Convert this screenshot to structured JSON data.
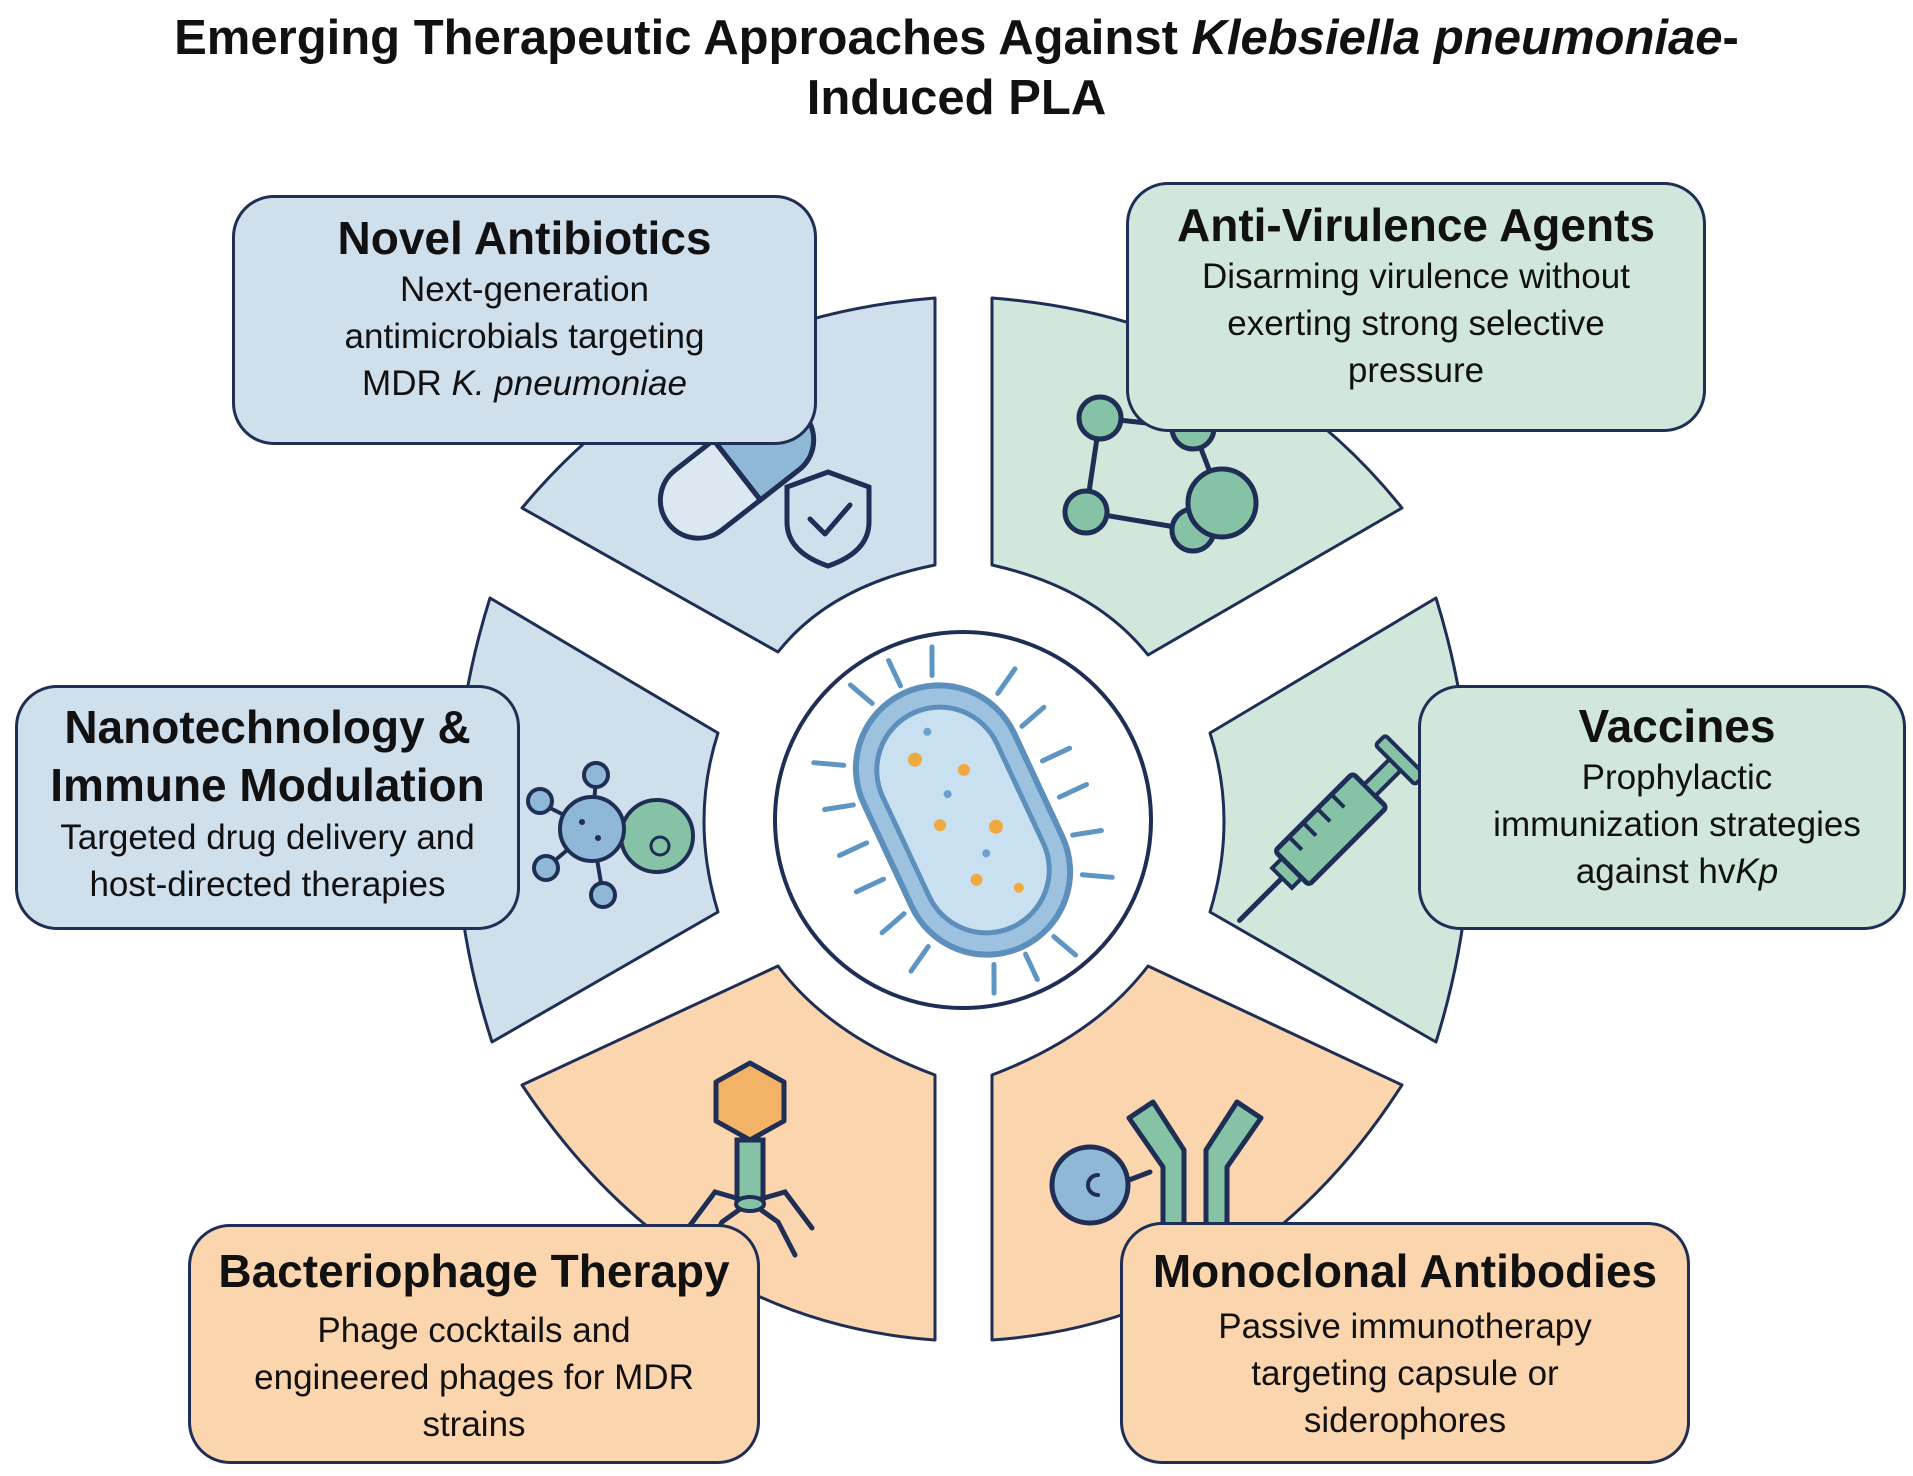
{
  "title": {
    "line1_prefix": "Emerging Therapeutic Approaches Against ",
    "line1_italic": "Klebsiella pneumoniae",
    "line1_suffix": "-",
    "line2": "Induced PLA"
  },
  "colors": {
    "blue_fill": "#cfdfec",
    "green_fill": "#d1e7dc",
    "orange_fill": "#fbd5ad",
    "outline": "#1e2e55",
    "icon_blue": "#8fb8d6",
    "icon_green": "#86c3a6",
    "icon_orange": "#f2b366",
    "bacterium_dot": "#f0a840"
  },
  "cards": {
    "novel_antibiotics": {
      "heading": "Novel Antibiotics",
      "line1": "Next-generation",
      "line2": "antimicrobials targeting",
      "line3_prefix": "MDR ",
      "line3_italic": "K. pneumoniae",
      "icon": "capsule-shield-icon"
    },
    "anti_virulence": {
      "heading": "Anti-Virulence Agents",
      "line1": "Disarming virulence without",
      "line2": "exerting strong selective",
      "line3": "pressure",
      "icon": "network-nodes-icon"
    },
    "nanotechnology": {
      "heading_line1": "Nanotechnology &",
      "heading_line2": "Immune Modulation",
      "line1": "Targeted drug delivery and",
      "line2": "host-directed therapies",
      "icon": "nanoparticle-icon"
    },
    "vaccines": {
      "heading": "Vaccines",
      "line1": "Prophylactic",
      "line2": "immunization strategies",
      "line3_prefix": "against hv",
      "line3_italic": "Kp",
      "icon": "syringe-icon"
    },
    "bacteriophage": {
      "heading": "Bacteriophage Therapy",
      "line1": "Phage cocktails and",
      "line2": "engineered phages for MDR",
      "line3": "strains",
      "icon": "phage-icon"
    },
    "monoclonal": {
      "heading": "Monoclonal Antibodies",
      "line1": "Passive immunotherapy",
      "line2": "targeting capsule or",
      "line3": "siderophores",
      "icon": "antibody-icon"
    }
  },
  "center": {
    "icon": "bacterium-icon"
  }
}
